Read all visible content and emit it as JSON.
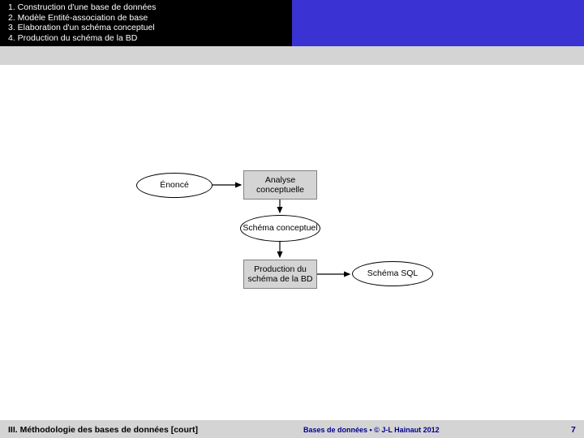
{
  "header": {
    "items": [
      "1. Construction d'une base de données",
      "2. Modèle Entité-association de base",
      "3. Elaboration d'un schéma conceptuel",
      "4. Production du schéma de la BD"
    ]
  },
  "diagram": {
    "nodes": {
      "enonce": "Énoncé",
      "analyse": "Analyse conceptuelle",
      "schema_conceptuel": "Schéma conceptuel",
      "production": "Production du schéma de la BD",
      "schema_sql": "Schéma SQL"
    }
  },
  "footer": {
    "left": "III. Méthodologie des bases de données [court]",
    "center": "Bases de données • © J-L Hainaut 2012",
    "page": "7"
  },
  "colors": {
    "header_blue": "#3a32d2",
    "header_black": "#000000",
    "band_grey": "#d4d4d4",
    "node_grey": "#d4d4d4",
    "footer_text": "#00008b"
  }
}
